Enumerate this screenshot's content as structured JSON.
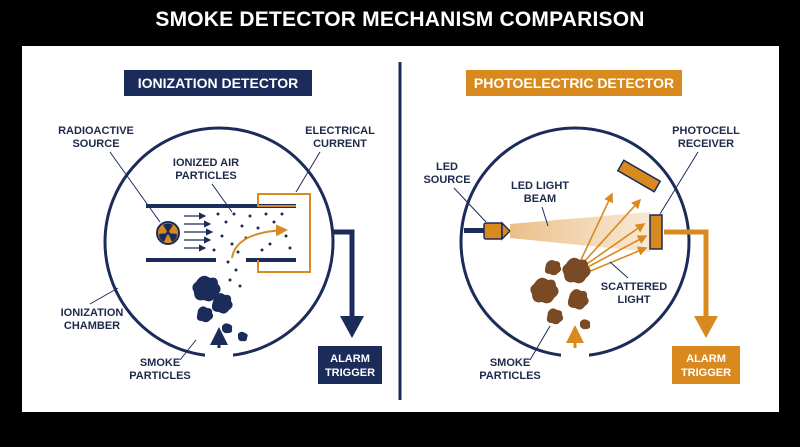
{
  "title": "SMOKE DETECTOR MECHANISM COMPARISON",
  "colors": {
    "navy": "#1b2b5a",
    "orange": "#d98a1f",
    "smoke": "#7a4a24",
    "background": "#000000",
    "panel": "#ffffff"
  },
  "ionization": {
    "header": "IONIZATION DETECTOR",
    "radioactive_source": [
      "RADIOACTIVE",
      "SOURCE"
    ],
    "ionized_air": [
      "IONIZED AIR",
      "PARTICLES"
    ],
    "electrical_current": [
      "ELECTRICAL",
      "CURRENT"
    ],
    "chamber": [
      "IONIZATION",
      "CHAMBER"
    ],
    "smoke": [
      "SMOKE",
      "PARTICLES"
    ],
    "alarm": [
      "ALARM",
      "TRIGGER"
    ],
    "source_icon": "radiation-icon"
  },
  "photoelectric": {
    "header": "PHOTOELECTRIC DETECTOR",
    "led_source": [
      "LED",
      "SOURCE"
    ],
    "led_beam": [
      "LED LIGHT",
      "BEAM"
    ],
    "photocell": [
      "PHOTOCELL",
      "RECEIVER"
    ],
    "scattered": [
      "SCATTERED",
      "LIGHT"
    ],
    "smoke": [
      "SMOKE",
      "PARTICLES"
    ],
    "alarm": [
      "ALARM",
      "TRIGGER"
    ]
  }
}
